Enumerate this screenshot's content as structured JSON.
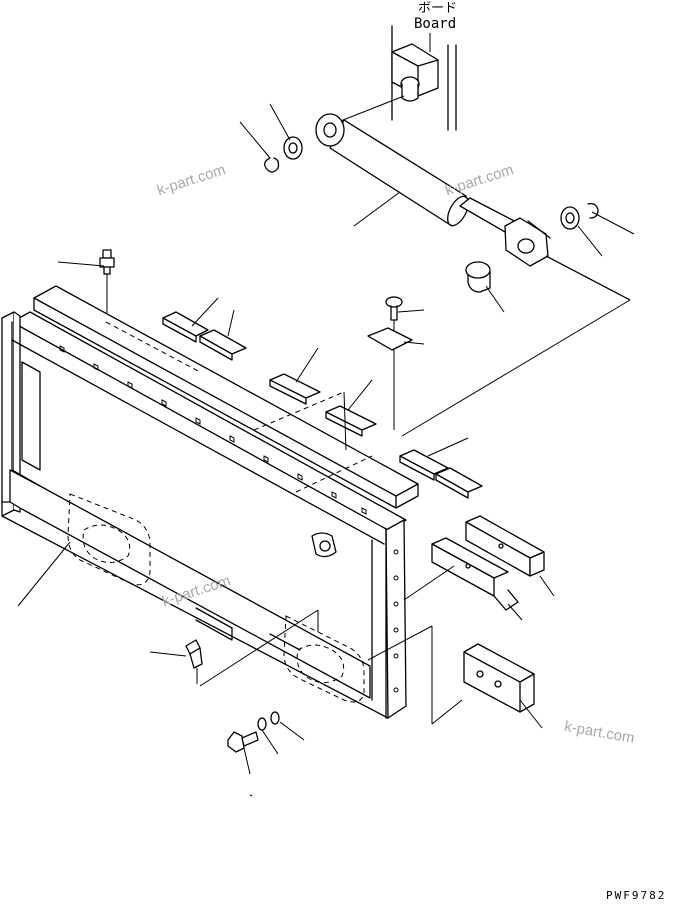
{
  "labels": {
    "board_jp": "ボード",
    "board_en": "Board",
    "drawing_code": "PWF9782"
  },
  "watermarks": [
    "k-part.com",
    "k-part.com",
    "k-part.com",
    "k-part.com"
  ]
}
